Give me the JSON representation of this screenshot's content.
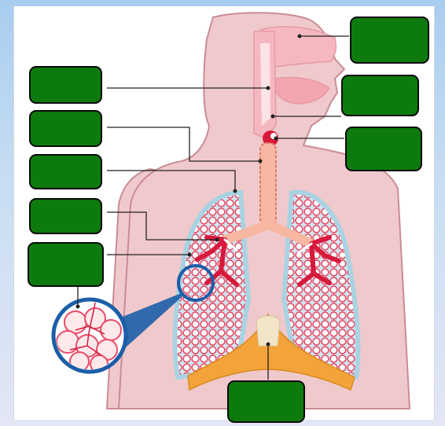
{
  "colors": {
    "page_background_top": "#a9cdf0",
    "page_background_bottom": "#e3e6f5",
    "card": "#ffffff",
    "body_skin": "#f0c9cc",
    "body_outline": "#c98c94",
    "airway": "#f6b8c0",
    "airway_inner": "#fbe3e6",
    "lung_fill": "#cfe7f0",
    "alveoli": "#e84b67",
    "bronchi": "#d71a3c",
    "diaphragm": "#f2a33a",
    "magnifier_ring": "#1b5ea8",
    "label_box_fill": "#0d7a0d",
    "label_box_border": "#0a0a0a",
    "leader_line": "#222222"
  },
  "labels": [
    {
      "id": "nasal-cavity",
      "text": ""
    },
    {
      "id": "pharynx",
      "text": ""
    },
    {
      "id": "epiglottis",
      "text": ""
    },
    {
      "id": "larynx",
      "text": ""
    },
    {
      "id": "trachea",
      "text": ""
    },
    {
      "id": "lung",
      "text": ""
    },
    {
      "id": "bronchus",
      "text": ""
    },
    {
      "id": "bronchioles",
      "text": ""
    },
    {
      "id": "alveoli",
      "text": ""
    },
    {
      "id": "diaphragm",
      "text": ""
    }
  ]
}
